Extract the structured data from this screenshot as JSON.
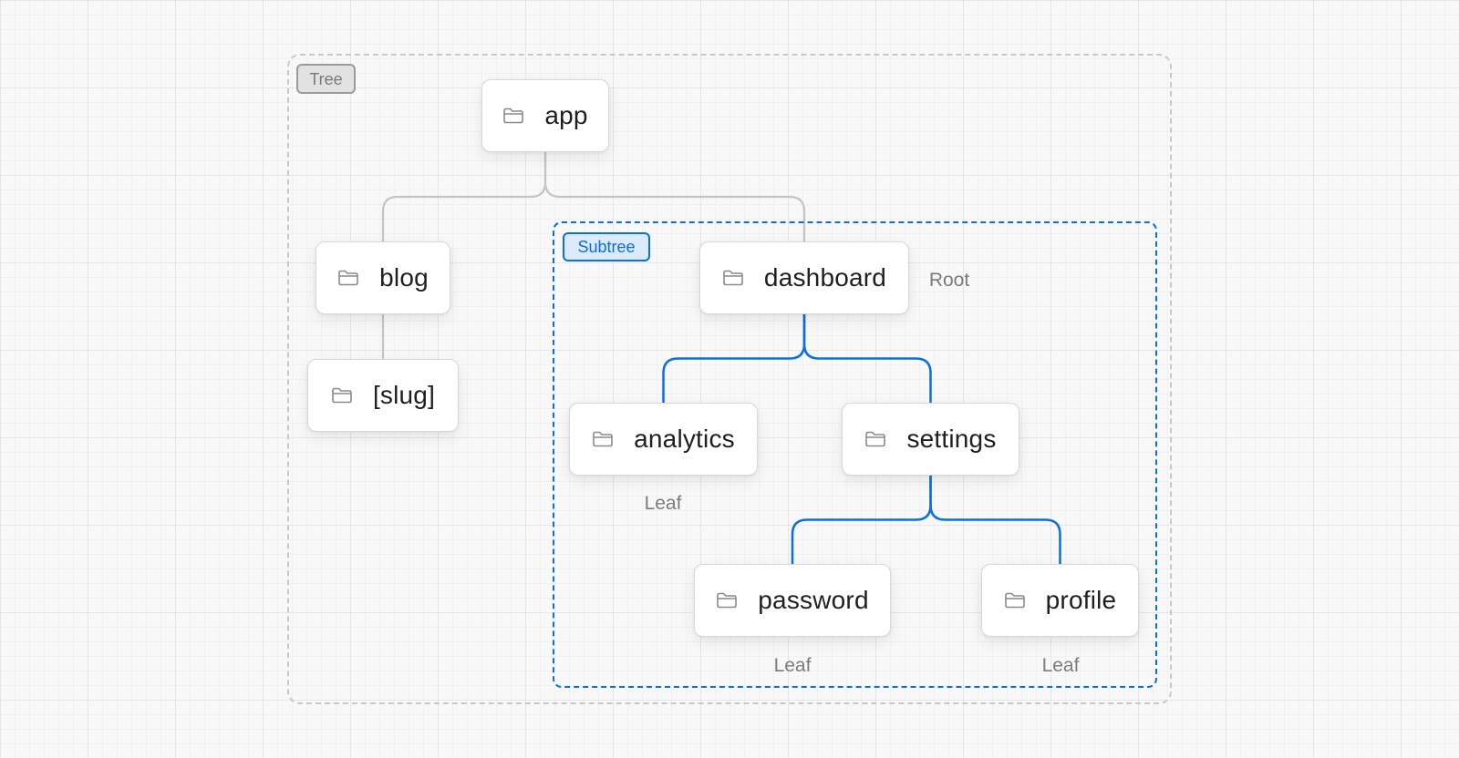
{
  "regions": {
    "tree": {
      "label": "Tree"
    },
    "subtree": {
      "label": "Subtree"
    }
  },
  "nodes": {
    "app": {
      "label": "app",
      "icon": "folder-icon"
    },
    "blog": {
      "label": "blog",
      "icon": "folder-icon"
    },
    "slug": {
      "label": "[slug]",
      "icon": "folder-icon"
    },
    "dashboard": {
      "label": "dashboard",
      "icon": "folder-icon"
    },
    "analytics": {
      "label": "analytics",
      "icon": "folder-icon"
    },
    "settings": {
      "label": "settings",
      "icon": "folder-icon"
    },
    "password": {
      "label": "password",
      "icon": "folder-icon"
    },
    "profile": {
      "label": "profile",
      "icon": "folder-icon"
    }
  },
  "annotations": {
    "root": "Root",
    "analytics": "Leaf",
    "password": "Leaf",
    "profile": "Leaf"
  },
  "edges": [
    {
      "from": "app",
      "to": "blog",
      "group": "tree"
    },
    {
      "from": "app",
      "to": "dashboard",
      "group": "tree"
    },
    {
      "from": "blog",
      "to": "slug",
      "group": "tree"
    },
    {
      "from": "dashboard",
      "to": "analytics",
      "group": "subtree"
    },
    {
      "from": "dashboard",
      "to": "settings",
      "group": "subtree"
    },
    {
      "from": "settings",
      "to": "password",
      "group": "subtree"
    },
    {
      "from": "settings",
      "to": "profile",
      "group": "subtree"
    }
  ],
  "colors": {
    "tree_line": "#c4c4c4",
    "tree_border": "#c8c8c8",
    "subtree_line": "#0a6fe0",
    "subtree_tag_bg": "#dbeafd",
    "node_bg": "#ffffff",
    "annotation_text": "#7b7b7b",
    "folder_icon": "#8a8a8a"
  }
}
